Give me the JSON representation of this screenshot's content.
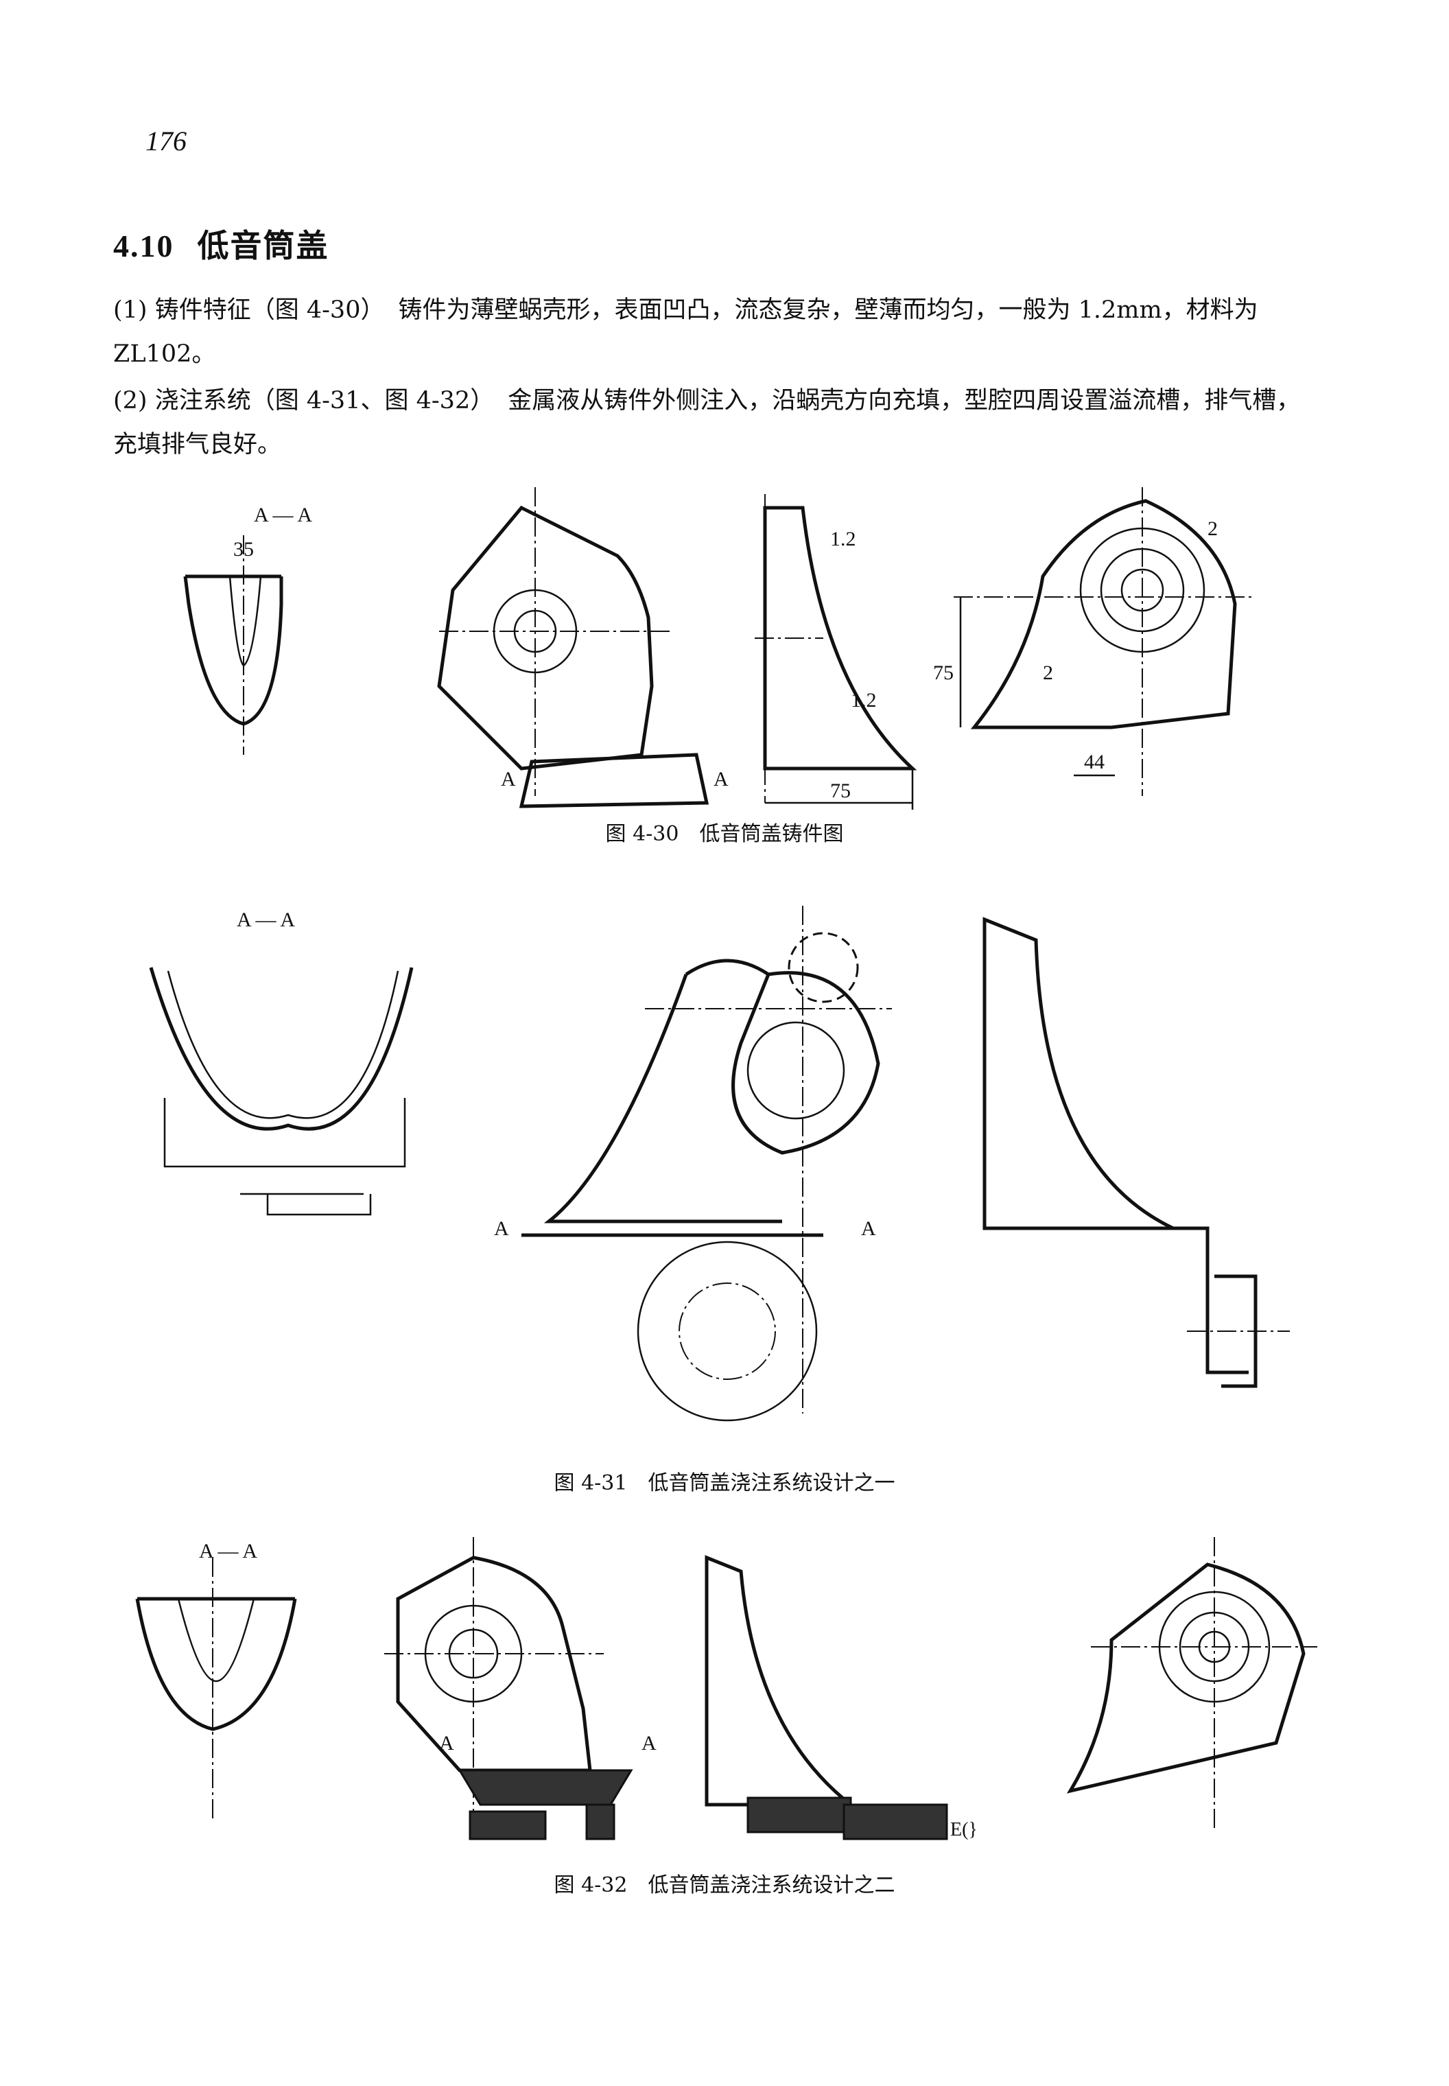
{
  "page_number": "176",
  "section": {
    "number": "4.10",
    "title": "低音筒盖"
  },
  "paragraphs": [
    {
      "label": "(1) 铸件特征（图 4-30）",
      "text": "铸件为薄壁蜗壳形，表面凹凸，流态复杂，壁薄而均匀，一般为 1.2mm，材料为 ZL102。"
    },
    {
      "label": "(2) 浇注系统（图 4-31、图 4-32）",
      "text": "金属液从铸件外侧注入，沿蜗壳方向充填，型腔四周设置溢流槽，排气槽，充填排气良好。"
    }
  ],
  "figures": [
    {
      "caption": "图 4-30　低音筒盖铸件图",
      "section_label": "A — A",
      "cut_mark": "A",
      "dimensions": {
        "width_35": "35",
        "wall_1": "1.2",
        "wall_2": "1.2",
        "depth_75": "75",
        "height_75": "75",
        "wall_3": "2",
        "wall_4": "2",
        "offset_44": "44"
      }
    },
    {
      "caption": "图 4-31　低音筒盖浇注系统设计之一",
      "section_label": "A — A",
      "cut_mark": "A"
    },
    {
      "caption": "图 4-32　低音筒盖浇注系统设计之二",
      "section_label": "A — A",
      "cut_mark": "A"
    }
  ]
}
